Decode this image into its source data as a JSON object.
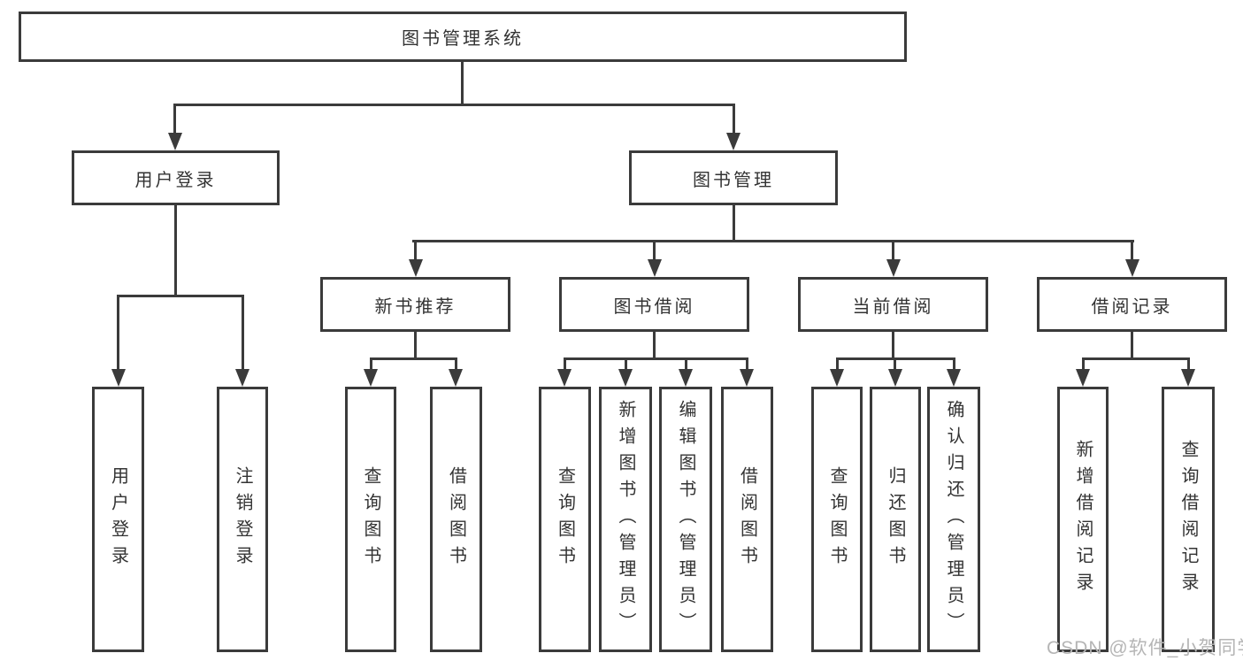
{
  "diagram": {
    "root_label": "图书管理系统",
    "level1": [
      {
        "label": "用户登录",
        "leaves": [
          {
            "label": "用户登录"
          },
          {
            "label": "注销登录"
          }
        ]
      },
      {
        "label": "图书管理",
        "groups": [
          {
            "label": "新书推荐",
            "leaves": [
              {
                "label": "查询图书"
              },
              {
                "label": "借阅图书"
              }
            ]
          },
          {
            "label": "图书借阅",
            "leaves": [
              {
                "label": "查询图书"
              },
              {
                "label": "新增图书（管理员）"
              },
              {
                "label": "编辑图书（管理员）"
              },
              {
                "label": "借阅图书"
              }
            ]
          },
          {
            "label": "当前借阅",
            "leaves": [
              {
                "label": "查询图书"
              },
              {
                "label": "归还图书"
              },
              {
                "label": "确认归还（管理员）"
              }
            ]
          },
          {
            "label": "借阅记录",
            "leaves": [
              {
                "label": "新增借阅记录"
              },
              {
                "label": "查询借阅记录"
              }
            ]
          }
        ]
      }
    ]
  },
  "watermark": "CSDN @软件_小贺同学",
  "colors": {
    "line": "#3b3b3b",
    "text": "#333333",
    "watermark": "#b5b5b5",
    "background": "#ffffff"
  }
}
